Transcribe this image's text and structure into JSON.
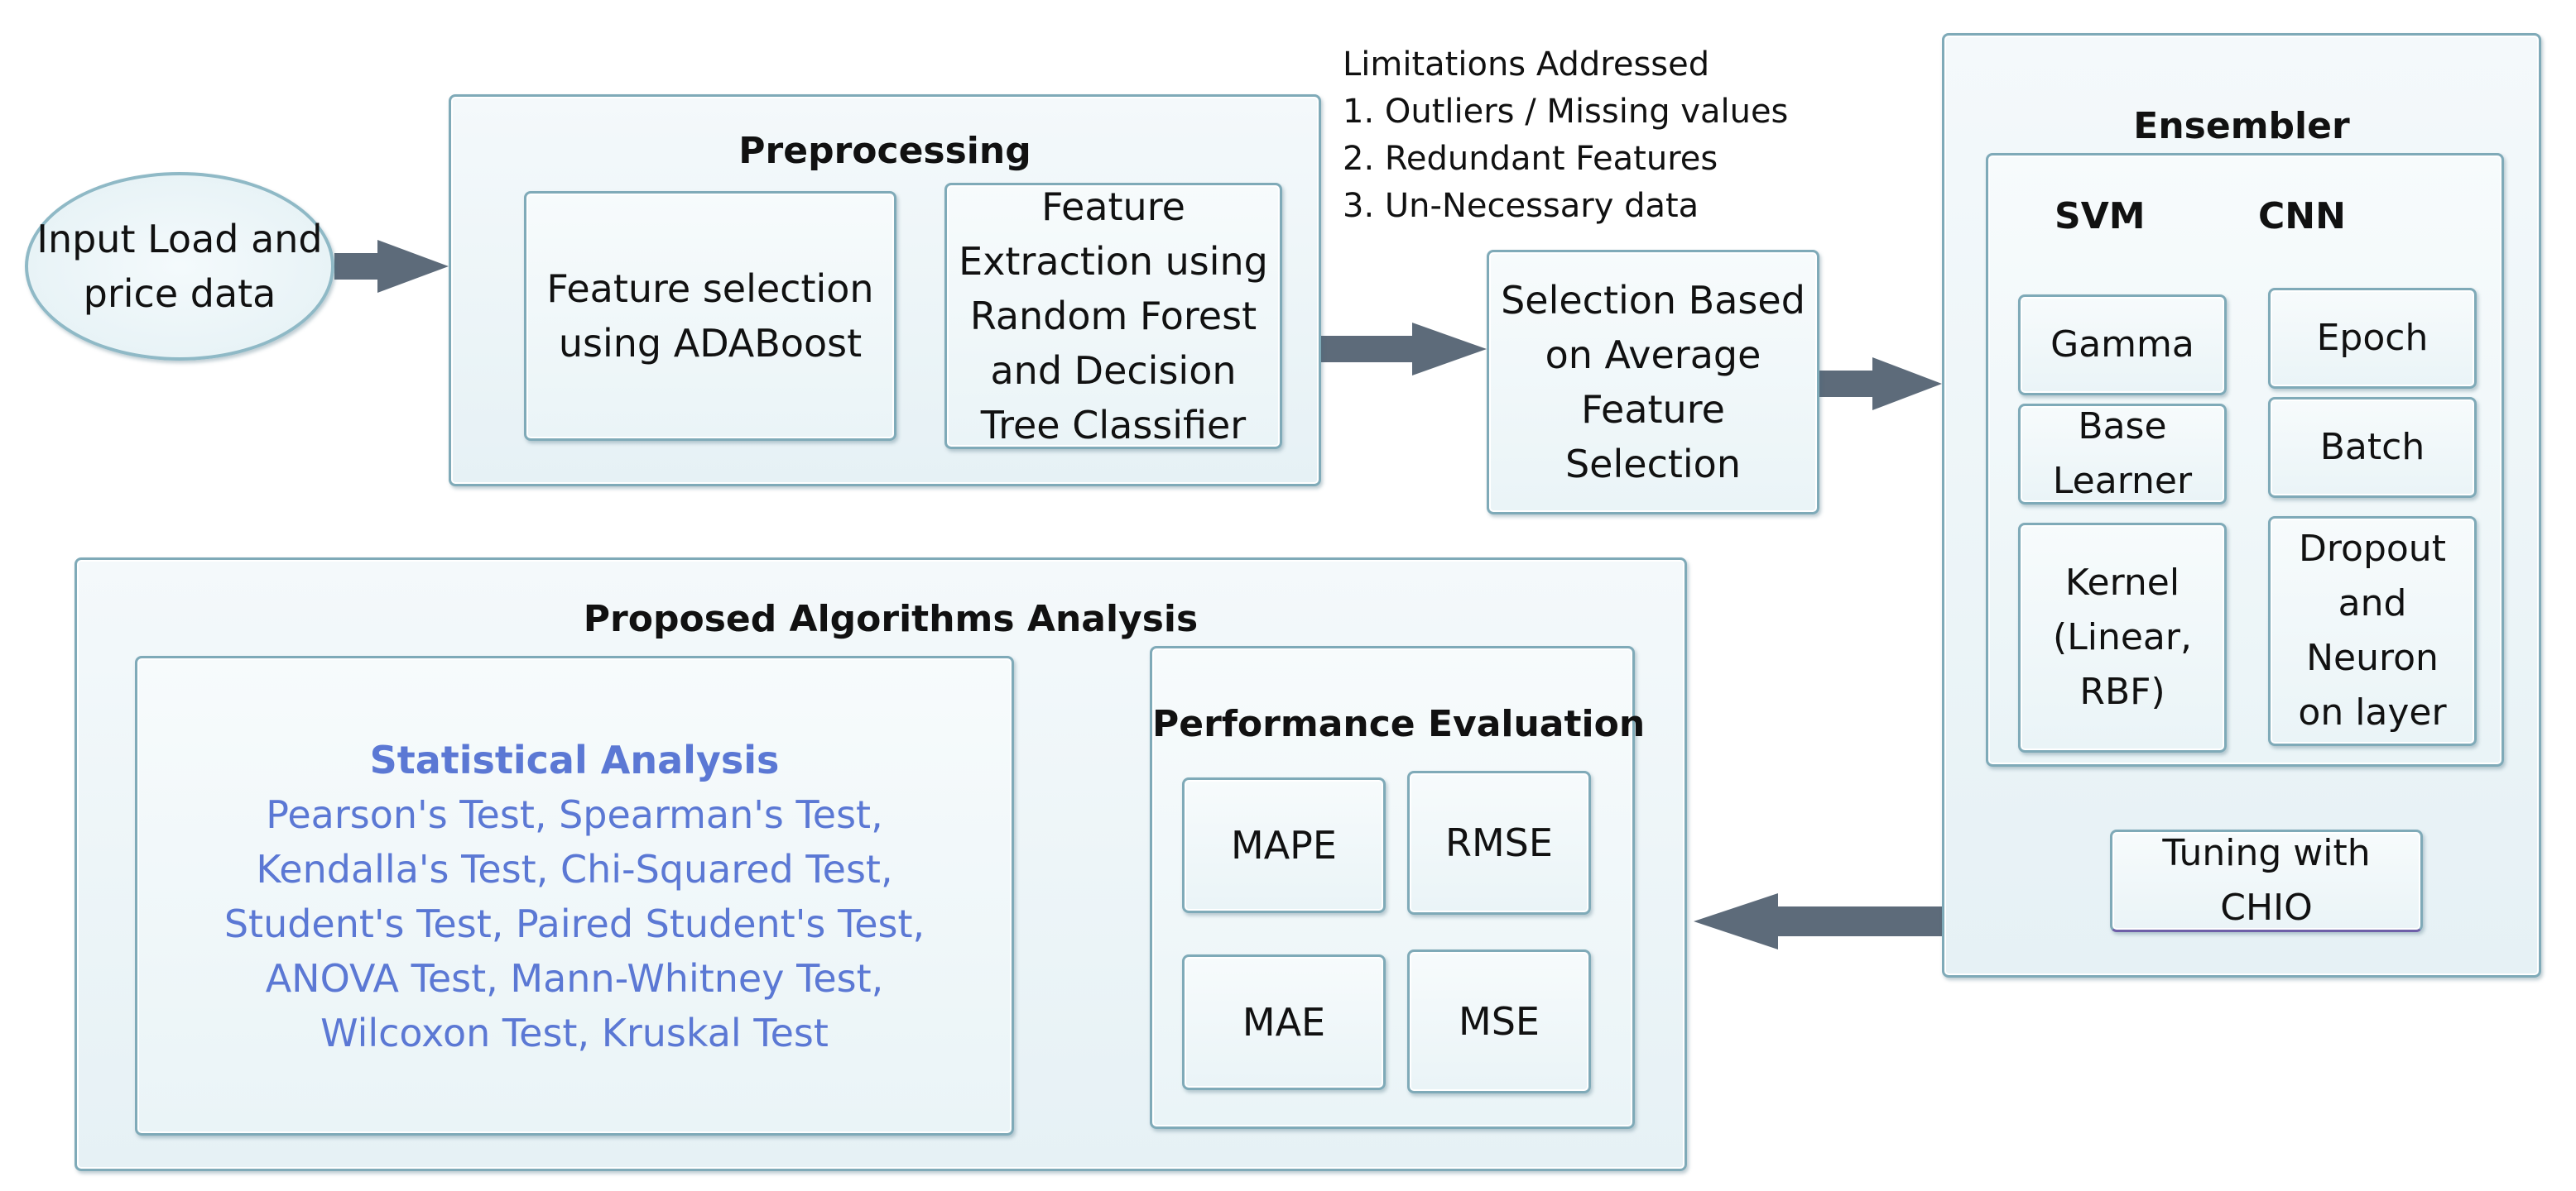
{
  "input": {
    "label": "Input Load and\nprice data"
  },
  "preprocessing": {
    "title": "Preprocessing",
    "feature_selection": "Feature selection\nusing ADABoost",
    "feature_extraction": "Feature\nExtraction using\nRandom Forest\nand Decision\nTree Classifier"
  },
  "limitations": {
    "heading": "Limitations Addressed",
    "items": [
      "1. Outliers / Missing values",
      "2. Redundant Features",
      "3. Un-Necessary data"
    ]
  },
  "selection": {
    "label": "Selection Based\non Average\nFeature\nSelection"
  },
  "ensembler": {
    "title": "Ensembler",
    "svm": {
      "title": "SVM",
      "params": [
        "Gamma",
        "Base\nLearner",
        "Kernel\n(Linear,\nRBF)"
      ]
    },
    "cnn": {
      "title": "CNN",
      "params": [
        "Epoch",
        "Batch",
        "Dropout\nand\nNeuron\non layer"
      ]
    },
    "tuning": "Tuning with\nCHIO"
  },
  "analysis": {
    "title": "Proposed Algorithms Analysis",
    "statistical": {
      "title": "Statistical Analysis",
      "lines": [
        "Pearson's Test, Spearman's Test,",
        "Kendalla's Test, Chi-Squared  Test,",
        "Student's Test, Paired Student's Test,",
        "ANOVA Test, Mann-Whitney Test,",
        "Wilcoxon Test, Kruskal Test"
      ]
    },
    "performance": {
      "title": "Performance Evaluation",
      "metrics": [
        "MAPE",
        "RMSE",
        "MAE",
        "MSE"
      ]
    }
  },
  "colors": {
    "arrow": "#5d6b7a",
    "border": "#7faab8",
    "accent_text": "#5b78d4"
  }
}
